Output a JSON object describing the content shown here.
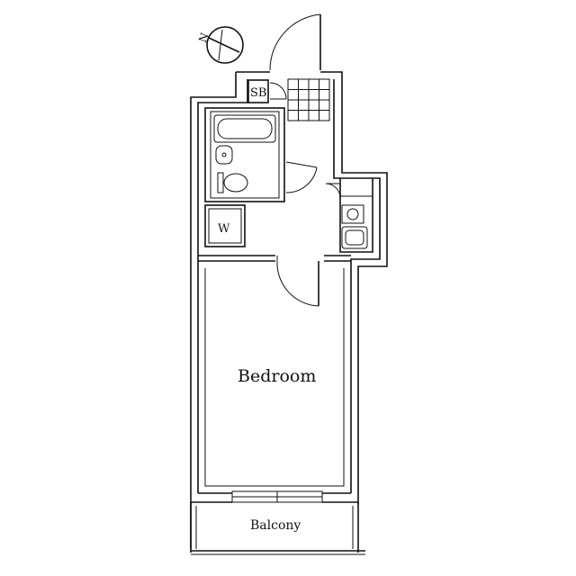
{
  "plan": {
    "compass_letter": "N",
    "rooms": {
      "shoe_box": "SB",
      "washer": "W",
      "bedroom": "Bedroom",
      "balcony": "Balcony"
    },
    "colors": {
      "line": "#111111",
      "background": "#ffffff"
    }
  }
}
